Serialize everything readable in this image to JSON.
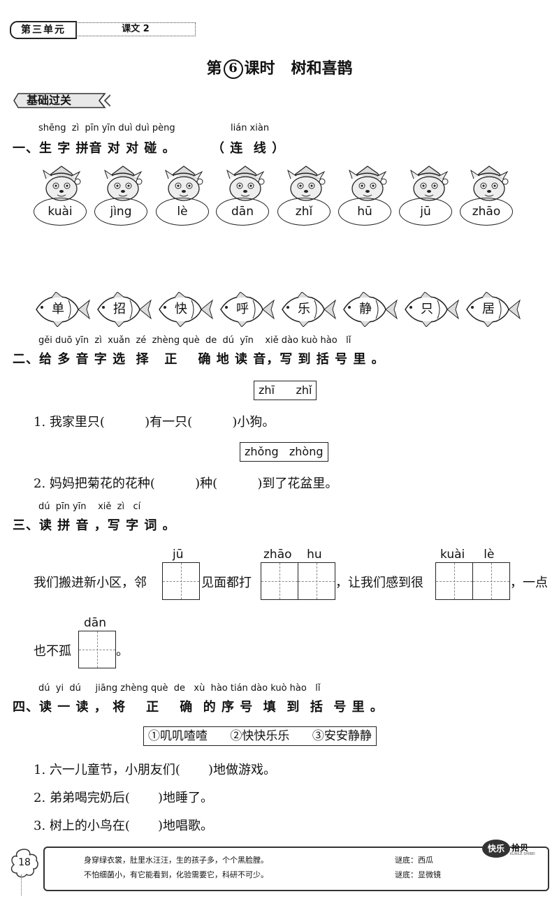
{
  "header": {
    "unit": "第三单元",
    "lesson": "课文 2"
  },
  "title": {
    "prefix": "第",
    "number": "6",
    "suffix": "课时",
    "name": "树和喜鹊"
  },
  "section_label": "基础过关",
  "q1": {
    "pinyin": "shēng  zì  pīn yīn duì duì pèng",
    "pinyin2": "lián xiàn",
    "title": "一、生 字 拼音 对 对 碰 。",
    "title2": "（ 连  线 ）",
    "ovals": [
      "kuài",
      "jìng",
      "lè",
      "dān",
      "zhǐ",
      "hū",
      "jū",
      "zhāo"
    ],
    "fish": [
      "单",
      "招",
      "快",
      "呼",
      "乐",
      "静",
      "只",
      "居"
    ]
  },
  "q2": {
    "pinyin": "gěi duō yīn  zì  xuǎn  zé  zhèng què  de  dú  yīn    xiě dào kuò hào   lǐ",
    "title": "二、给 多 音 字 选  择   正    确 地 读 音，写 到 括 号 里 。",
    "box1": "zhī      zhǐ",
    "item1": "1. 我家里只(          )有一只(          )小狗。",
    "box2": "zhǒng   zhòng",
    "item2": "2. 妈妈把菊花的花种(          )种(          )到了花盆里。"
  },
  "q3": {
    "pinyin": "dú  pīn yīn    xiě  zì   cí",
    "title": "三、读 拼 音 ，写 字 词 。",
    "p_ju": "jū",
    "p_zhaohu": "zhāo    hu",
    "p_kuaile": "kuài     lè",
    "p_dan": "dān",
    "seg1": "我们搬进新小区，邻",
    "seg2": "见面都打",
    "seg3": "，让我们感到很",
    "seg4": "，一点",
    "seg5": "也不孤",
    "seg6": "。"
  },
  "q4": {
    "pinyin": "dú  yi  dú     jiāng zhèng què  de   xù  hào tián dào kuò hào   lǐ",
    "title": "四、读 一 读 ， 将    正    确  的 序 号  填  到  括  号 里 。",
    "options": "①叽叽喳喳      ②快快乐乐      ③安安静静",
    "items": [
      "1. 六一儿童节，小朋友们(       )地做游戏。",
      "2. 弟弟喝完奶后(       )地睡了。",
      "3. 树上的小鸟在(       )地唱歌。"
    ]
  },
  "footer": {
    "page": "18",
    "riddle1": "身穿绿衣裳，肚里水汪汪，生的孩子多，个个黑脸膛。",
    "answer1": "谜底：西瓜",
    "riddle2": "不怕细菌小，有它能看到，化验需要它，科研不可少。",
    "answer2": "谜底：显微镜",
    "badge": "快乐",
    "badge2": "拾贝",
    "badge_small": "KUAILE SHIBEI"
  }
}
